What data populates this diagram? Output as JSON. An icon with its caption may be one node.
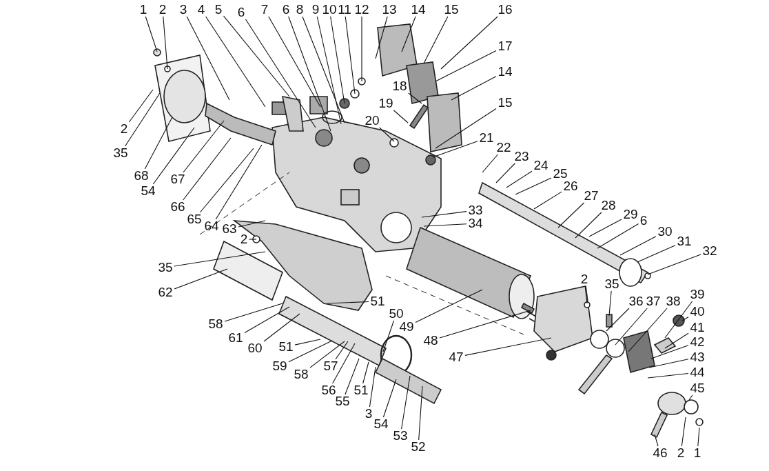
{
  "diagram": {
    "nodes": [
      {
        "text": [
          "1"
        ]
      },
      {
        "text": [
          "2"
        ]
      },
      {
        "text": [
          "3"
        ]
      },
      {
        "text": [
          "4"
        ]
      },
      {
        "text": [
          "5"
        ]
      },
      {
        "text": [
          "6"
        ]
      },
      {
        "text": [
          "7"
        ]
      },
      {
        "text": [
          "6"
        ]
      },
      {
        "text": [
          "8"
        ]
      },
      {
        "text": [
          "9"
        ]
      },
      {
        "text": [
          "10"
        ]
      },
      {
        "text": [
          "11"
        ]
      },
      {
        "text": [
          "12"
        ]
      },
      {
        "text": [
          "13"
        ]
      },
      {
        "text": [
          "14"
        ]
      },
      {
        "text": [
          "15"
        ]
      },
      {
        "text": [
          "16"
        ]
      },
      {
        "text": [
          "17"
        ]
      },
      {
        "text": [
          "14"
        ]
      },
      {
        "text": [
          "15"
        ]
      },
      {
        "text": [
          "18"
        ]
      },
      {
        "text": [
          "19"
        ]
      },
      {
        "text": [
          "20"
        ]
      },
      {
        "text": [
          "21"
        ]
      },
      {
        "text": [
          "22"
        ]
      },
      {
        "text": [
          "23"
        ]
      },
      {
        "text": [
          "24"
        ]
      },
      {
        "text": [
          "25"
        ]
      },
      {
        "text": [
          "26"
        ]
      },
      {
        "text": [
          "27"
        ]
      },
      {
        "text": [
          "28"
        ]
      },
      {
        "text": [
          "29"
        ]
      },
      {
        "text": [
          "6"
        ]
      },
      {
        "text": [
          "30"
        ]
      },
      {
        "text": [
          "31"
        ]
      },
      {
        "text": [
          "32"
        ]
      },
      {
        "text": [
          "33"
        ]
      },
      {
        "text": [
          "34"
        ]
      },
      {
        "text": [
          "2"
        ]
      },
      {
        "text": [
          "35"
        ]
      },
      {
        "text": [
          "68"
        ]
      },
      {
        "text": [
          "54"
        ]
      },
      {
        "text": [
          "67"
        ]
      },
      {
        "text": [
          "66"
        ]
      },
      {
        "text": [
          "65"
        ]
      },
      {
        "text": [
          "64"
        ]
      },
      {
        "text": [
          "63"
        ]
      },
      {
        "text": [
          "2"
        ]
      },
      {
        "text": [
          "35"
        ]
      },
      {
        "text": [
          "62"
        ]
      },
      {
        "text": [
          "58"
        ]
      },
      {
        "text": [
          "61"
        ]
      },
      {
        "text": [
          "60"
        ]
      },
      {
        "text": [
          "51"
        ]
      },
      {
        "text": [
          "50"
        ]
      },
      {
        "text": [
          "49"
        ]
      },
      {
        "text": [
          "48"
        ]
      },
      {
        "text": [
          "51"
        ]
      },
      {
        "text": [
          "59"
        ]
      },
      {
        "text": [
          "58"
        ]
      },
      {
        "text": [
          "57"
        ]
      },
      {
        "text": [
          "56"
        ]
      },
      {
        "text": [
          "55"
        ]
      },
      {
        "text": [
          "51"
        ]
      },
      {
        "text": [
          "3"
        ]
      },
      {
        "text": [
          "54"
        ]
      },
      {
        "text": [
          "53"
        ]
      },
      {
        "text": [
          "52"
        ]
      },
      {
        "text": [
          "47"
        ]
      },
      {
        "text": [
          "2"
        ]
      },
      {
        "text": [
          "35"
        ]
      },
      {
        "text": [
          "36"
        ]
      },
      {
        "text": [
          "37"
        ]
      },
      {
        "text": [
          "38"
        ]
      },
      {
        "text": [
          "39"
        ]
      },
      {
        "text": [
          "40"
        ]
      },
      {
        "text": [
          "41"
        ]
      },
      {
        "text": [
          "42"
        ]
      },
      {
        "text": [
          "43"
        ]
      },
      {
        "text": [
          "44"
        ]
      },
      {
        "text": [
          "45"
        ]
      },
      {
        "text": [
          "46"
        ]
      },
      {
        "text": [
          "2"
        ]
      },
      {
        "text": [
          "1"
        ]
      }
    ],
    "edges": [
      {
        "from": 0,
        "to": null,
        "arrow": "none"
      },
      {
        "from": 1,
        "to": null,
        "arrow": "none"
      },
      {
        "from": 2,
        "to": null,
        "arrow": "none"
      },
      {
        "from": 3,
        "to": null,
        "arrow": "none"
      },
      {
        "from": 4,
        "to": null,
        "arrow": "none"
      },
      {
        "from": 5,
        "to": null,
        "arrow": "none"
      },
      {
        "from": 6,
        "to": null,
        "arrow": "none"
      },
      {
        "from": 7,
        "to": null,
        "arrow": "none"
      },
      {
        "from": 8,
        "to": null,
        "arrow": "none"
      },
      {
        "from": 9,
        "to": null,
        "arrow": "none"
      },
      {
        "from": 10,
        "to": null,
        "arrow": "none"
      },
      {
        "from": 11,
        "to": null,
        "arrow": "none"
      },
      {
        "from": 12,
        "to": null,
        "arrow": "none"
      },
      {
        "from": 13,
        "to": null,
        "arrow": "none"
      },
      {
        "from": 14,
        "to": null,
        "arrow": "none"
      },
      {
        "from": 15,
        "to": null,
        "arrow": "none"
      },
      {
        "from": 16,
        "to": null,
        "arrow": "none"
      },
      {
        "from": 17,
        "to": null,
        "arrow": "none"
      },
      {
        "from": 18,
        "to": null,
        "arrow": "none"
      },
      {
        "from": 19,
        "to": null,
        "arrow": "none"
      },
      {
        "from": 20,
        "to": null,
        "arrow": "none"
      },
      {
        "from": 21,
        "to": null,
        "arrow": "none"
      },
      {
        "from": 22,
        "to": null,
        "arrow": "none"
      },
      {
        "from": 23,
        "to": null,
        "arrow": "none"
      },
      {
        "from": 24,
        "to": null,
        "arrow": "none"
      },
      {
        "from": 25,
        "to": null,
        "arrow": "none"
      },
      {
        "from": 26,
        "to": null,
        "arrow": "none"
      },
      {
        "from": 27,
        "to": null,
        "arrow": "none"
      },
      {
        "from": 28,
        "to": null,
        "arrow": "none"
      },
      {
        "from": 29,
        "to": null,
        "arrow": "none"
      },
      {
        "from": 30,
        "to": null,
        "arrow": "none"
      },
      {
        "from": 31,
        "to": null,
        "arrow": "none"
      },
      {
        "from": 32,
        "to": null,
        "arrow": "none"
      },
      {
        "from": 33,
        "to": null,
        "arrow": "none"
      },
      {
        "from": 34,
        "to": null,
        "arrow": "none"
      },
      {
        "from": 35,
        "to": null,
        "arrow": "none"
      },
      {
        "from": 36,
        "to": null,
        "arrow": "none"
      },
      {
        "from": 37,
        "to": null,
        "arrow": "none"
      },
      {
        "from": 38,
        "to": null,
        "arrow": "none"
      },
      {
        "from": 39,
        "to": null,
        "arrow": "none"
      },
      {
        "from": 40,
        "to": null,
        "arrow": "none"
      },
      {
        "from": 41,
        "to": null,
        "arrow": "none"
      },
      {
        "from": 42,
        "to": null,
        "arrow": "none"
      },
      {
        "from": 43,
        "to": null,
        "arrow": "none"
      },
      {
        "from": 44,
        "to": null,
        "arrow": "none"
      },
      {
        "from": 45,
        "to": null,
        "arrow": "none"
      },
      {
        "from": 46,
        "to": null,
        "arrow": "none"
      },
      {
        "from": 47,
        "to": null,
        "arrow": "none"
      },
      {
        "from": 48,
        "to": null,
        "arrow": "none"
      },
      {
        "from": 49,
        "to": null,
        "arrow": "none"
      },
      {
        "from": 50,
        "to": null,
        "arrow": "none"
      },
      {
        "from": 51,
        "to": null,
        "arrow": "none"
      },
      {
        "from": 52,
        "to": null,
        "arrow": "none"
      },
      {
        "from": 53,
        "to": null,
        "arrow": "none"
      },
      {
        "from": 54,
        "to": null,
        "arrow": "none"
      },
      {
        "from": 55,
        "to": null,
        "arrow": "none"
      },
      {
        "from": 56,
        "to": null,
        "arrow": "none"
      },
      {
        "from": 57,
        "to": null,
        "arrow": "none"
      },
      {
        "from": 58,
        "to": null,
        "arrow": "none"
      },
      {
        "from": 59,
        "to": null,
        "arrow": "none"
      },
      {
        "from": 60,
        "to": null,
        "arrow": "none"
      },
      {
        "from": 61,
        "to": null,
        "arrow": "none"
      },
      {
        "from": 62,
        "to": null,
        "arrow": "none"
      },
      {
        "from": 63,
        "to": null,
        "arrow": "none"
      },
      {
        "from": 64,
        "to": null,
        "arrow": "none"
      },
      {
        "from": 65,
        "to": null,
        "arrow": "none"
      },
      {
        "from": 66,
        "to": null,
        "arrow": "none"
      },
      {
        "from": 67,
        "to": null,
        "arrow": "none"
      },
      {
        "from": 68,
        "to": null,
        "arrow": "none"
      },
      {
        "from": 69,
        "to": null,
        "arrow": "none"
      },
      {
        "from": 70,
        "to": null,
        "arrow": "none"
      },
      {
        "from": 71,
        "to": null,
        "arrow": "none"
      },
      {
        "from": 72,
        "to": null,
        "arrow": "none"
      },
      {
        "from": 73,
        "to": null,
        "arrow": "none"
      },
      {
        "from": 74,
        "to": null,
        "arrow": "none"
      },
      {
        "from": 75,
        "to": null,
        "arrow": "none"
      },
      {
        "from": 76,
        "to": null,
        "arrow": "none"
      },
      {
        "from": 77,
        "to": null,
        "arrow": "none"
      },
      {
        "from": 78,
        "to": null,
        "arrow": "none"
      },
      {
        "from": 79,
        "to": null,
        "arrow": "none"
      },
      {
        "from": 80,
        "to": null,
        "arrow": "none"
      },
      {
        "from": 81,
        "to": null,
        "arrow": "none"
      },
      {
        "from": 82,
        "to": null,
        "arrow": "none"
      },
      {
        "from": 83,
        "to": null,
        "arrow": "none"
      }
    ]
  }
}
